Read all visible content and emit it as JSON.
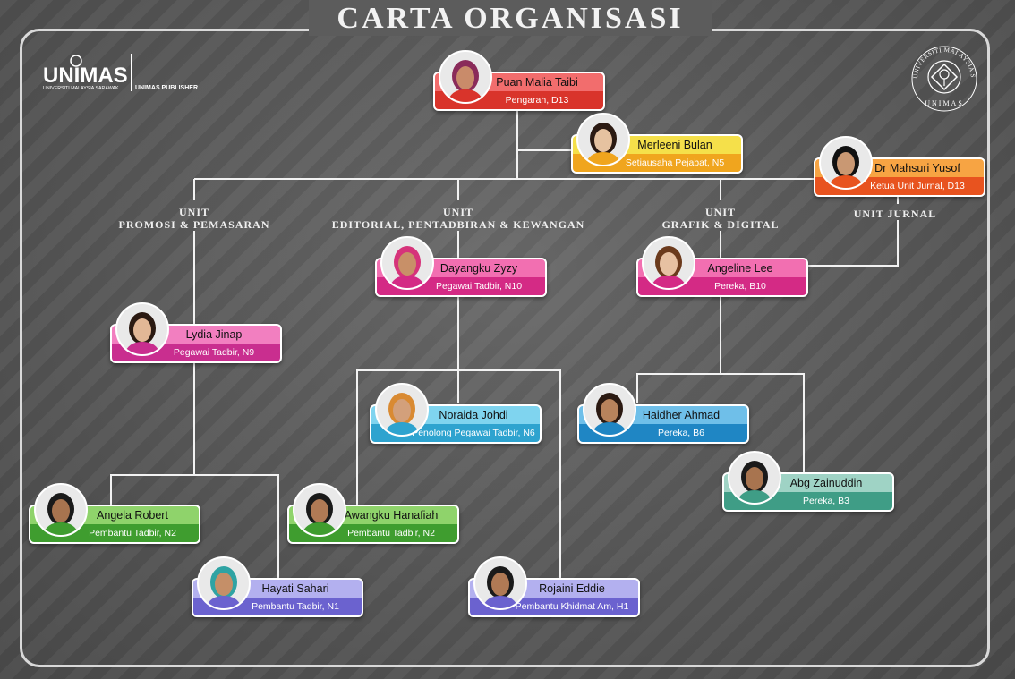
{
  "title": "CARTA ORGANISASI",
  "logo_left": {
    "brand": "UNIMAS",
    "sub": "UNIVERSITI MALAYSIA SARAWAK",
    "publisher": "UNIMAS PUBLISHER"
  },
  "logo_right": {
    "ring_text": "UNIVERSITI MALAYSIA SARAWAK",
    "bottom": "UNIMAS"
  },
  "units": [
    {
      "key": "promosi",
      "line1": "UNIT",
      "line2": "PROMOSI & PEMASARAN"
    },
    {
      "key": "editorial",
      "line1": "UNIT",
      "line2": "EDITORIAL, PENTADBIRAN & KEWANGAN"
    },
    {
      "key": "grafik",
      "line1": "UNIT",
      "line2": "GRAFIK & DIGITAL"
    },
    {
      "key": "jurnal",
      "line1": "UNIT JURNAL",
      "line2": ""
    }
  ],
  "people": [
    {
      "id": "malia",
      "name": "Puan Malia Taibi",
      "role": "Pengarah, D13",
      "top": "#f26d6d",
      "bot": "#d9342b",
      "skin": "#c98b6a",
      "hair": "#8a2b5a"
    },
    {
      "id": "merleeni",
      "name": "Merleeni Bulan",
      "role": "Setiausaha Pejabat, N5",
      "top": "#f5e04a",
      "bot": "#f0a51e",
      "skin": "#e6c2a0",
      "hair": "#2b1a12"
    },
    {
      "id": "mahsuri",
      "name": "Dr Mahsuri Yusof",
      "role": "Ketua Unit Jurnal, D13",
      "top": "#f7a443",
      "bot": "#e8531f",
      "skin": "#c99873",
      "hair": "#111111"
    },
    {
      "id": "dayangku",
      "name": "Dayangku Zyzy",
      "role": "Pegawai Tadbir, N10",
      "top": "#f26fb1",
      "bot": "#d42a85",
      "skin": "#c89068",
      "hair": "#d6337a"
    },
    {
      "id": "angeline",
      "name": "Angeline Lee",
      "role": "Pereka, B10",
      "top": "#f26fb1",
      "bot": "#d42a85",
      "skin": "#e7c1a2",
      "hair": "#6b3a1c"
    },
    {
      "id": "lydia",
      "name": "Lydia Jinap",
      "role": "Pegawai Tadbir, N9",
      "top": "#f27fc0",
      "bot": "#c92e8f",
      "skin": "#e2b796",
      "hair": "#2b1a12"
    },
    {
      "id": "noraida",
      "name": "Noraida Johdi",
      "role": "Penolong Pegawai Tadbir, N6",
      "top": "#7fd4ef",
      "bot": "#2ea3cf",
      "skin": "#d3a07b",
      "hair": "#d98a32"
    },
    {
      "id": "haidher",
      "name": "Haidher Ahmad",
      "role": "Pereka, B6",
      "top": "#6fbfe9",
      "bot": "#1f86c4",
      "skin": "#b8835c",
      "hair": "#2b1a12"
    },
    {
      "id": "abg",
      "name": "Abg Zainuddin",
      "role": "Pereka, B3",
      "top": "#9fd3c5",
      "bot": "#3f9d86",
      "skin": "#a8744f",
      "hair": "#1a1a1a"
    },
    {
      "id": "angela",
      "name": "Angela Robert",
      "role": "Pembantu Tadbir, N2",
      "top": "#8fd36b",
      "bot": "#3f9d2f",
      "skin": "#a8744f",
      "hair": "#1a1a1a"
    },
    {
      "id": "awangku",
      "name": "Awangku Hanafiah",
      "role": "Pembantu Tadbir, N2",
      "top": "#8fd36b",
      "bot": "#3f9d2f",
      "skin": "#b07a55",
      "hair": "#1a1a1a"
    },
    {
      "id": "hayati",
      "name": "Hayati Sahari",
      "role": "Pembantu Tadbir, N1",
      "top": "#b3b0ef",
      "bot": "#6b62cf",
      "skin": "#c58f68",
      "hair": "#2fa3a3"
    },
    {
      "id": "rojaini",
      "name": "Rojaini Eddie",
      "role": "Pembantu Khidmat Am, H1",
      "top": "#b3b0ef",
      "bot": "#6b62cf",
      "skin": "#b07a55",
      "hair": "#1a1a1a"
    }
  ]
}
